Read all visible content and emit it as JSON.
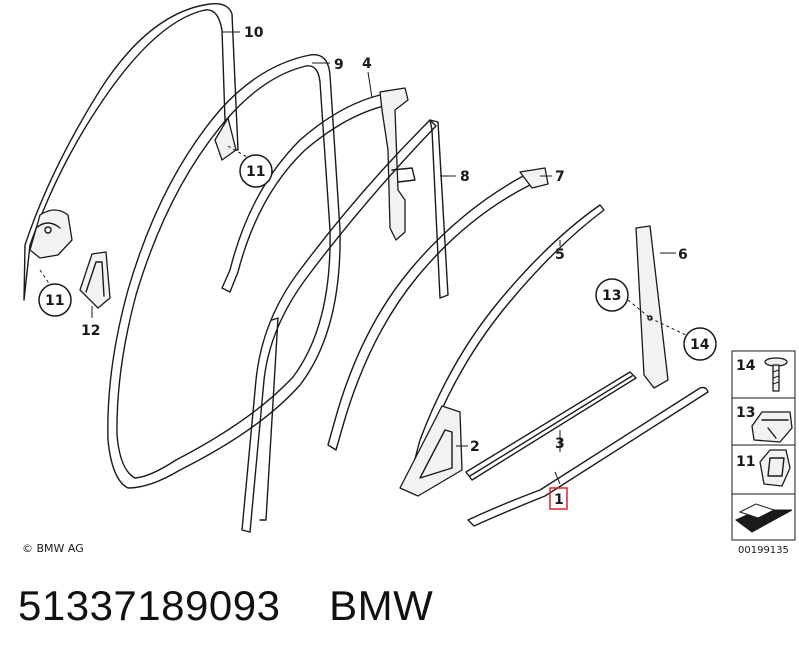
{
  "labels": {
    "l10": "10",
    "l9": "9",
    "l4": "4",
    "l8": "8",
    "l7": "7",
    "l5": "5",
    "l6": "6",
    "l13": "13",
    "l14": "14",
    "l2": "2",
    "l3": "3",
    "l1": "1",
    "l12": "12",
    "c11a": "11",
    "c11b": "11"
  },
  "legend": {
    "items": [
      "14",
      "13",
      "11"
    ]
  },
  "copyright": "© BMW AG",
  "image_id": "00199135",
  "footer": {
    "part_number": "51337189093",
    "brand": "BMW"
  },
  "colors": {
    "highlight": "#e0202a",
    "line": "#1a1a1a"
  }
}
